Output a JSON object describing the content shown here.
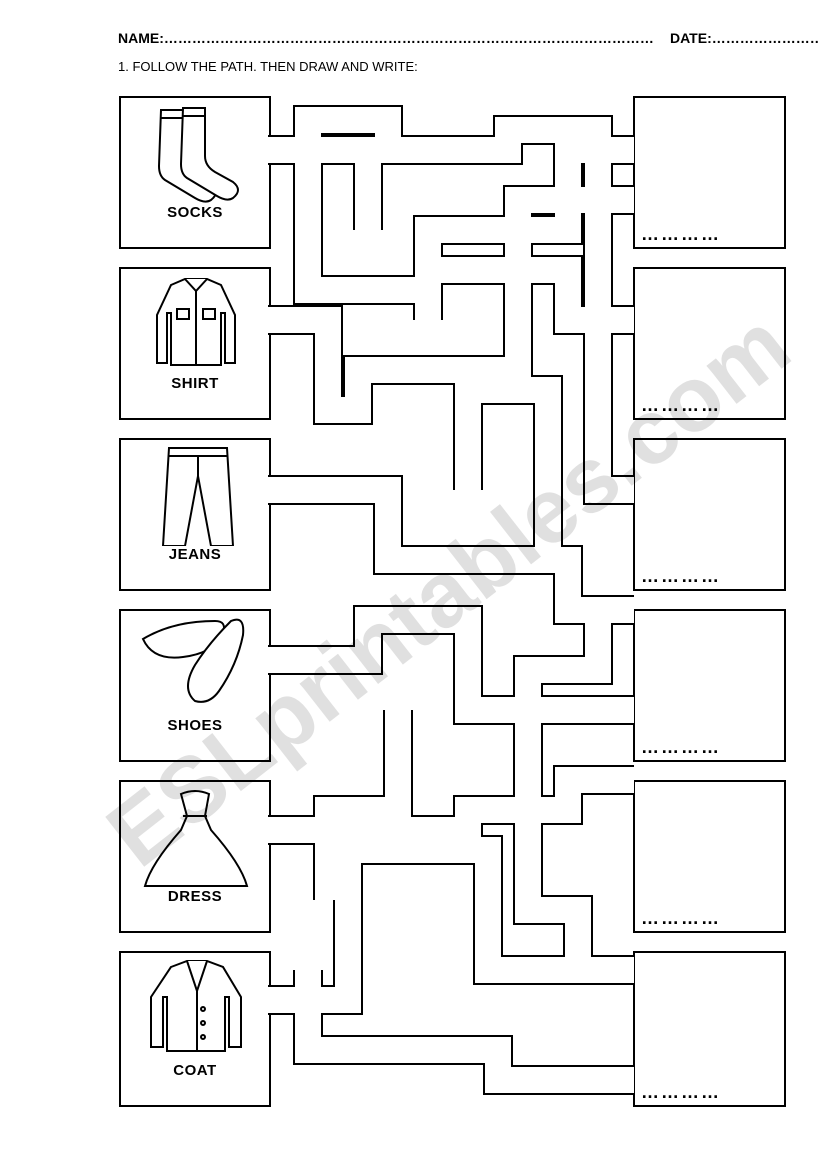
{
  "header": {
    "name_label": "NAME:……………………………………………………………………………………………",
    "date_label": "DATE:…………………………"
  },
  "instruction": "1. FOLLOW THE PATH. THEN DRAW AND WRITE:",
  "items": [
    {
      "label": "SOCKS",
      "icon": "socks-icon"
    },
    {
      "label": "SHIRT",
      "icon": "shirt-icon"
    },
    {
      "label": "JEANS",
      "icon": "jeans-icon"
    },
    {
      "label": "SHOES",
      "icon": "shoes-icon"
    },
    {
      "label": "DRESS",
      "icon": "dress-icon"
    },
    {
      "label": "COAT",
      "icon": "coat-icon"
    }
  ],
  "answer_line": "…………",
  "watermark": "ESLprintables.com"
}
